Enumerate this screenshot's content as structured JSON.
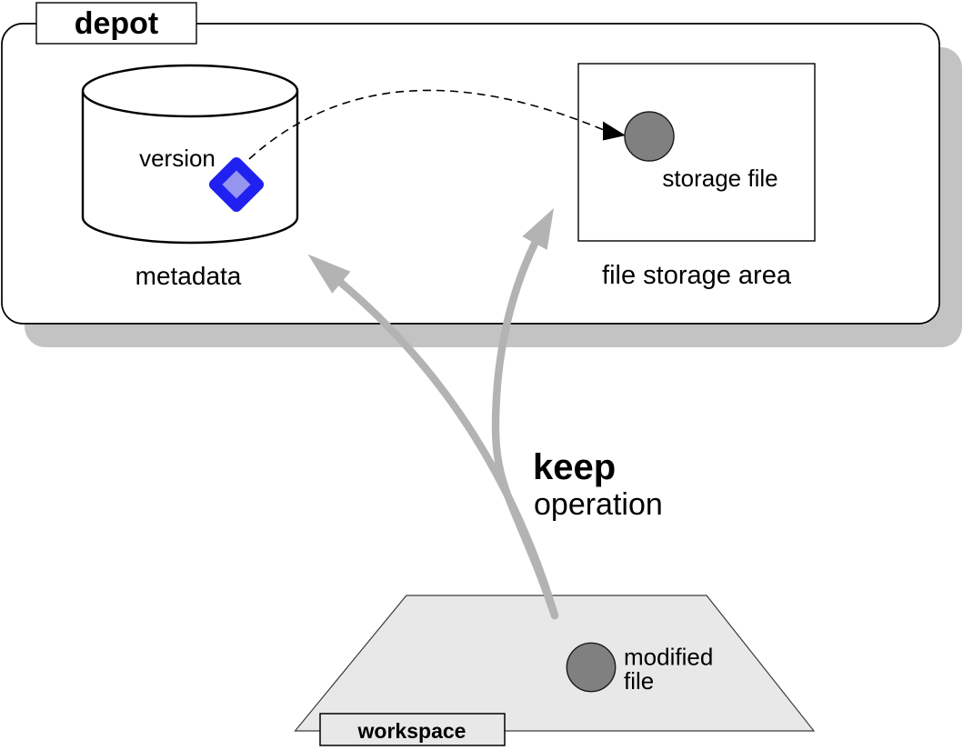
{
  "diagram": {
    "depot": {
      "label": "depot",
      "database": {
        "version_label": "version",
        "caption": "metadata"
      },
      "file_storage": {
        "storage_file_label": "storage file",
        "caption": "file storage area"
      }
    },
    "operation": {
      "name": "keep",
      "word": "operation"
    },
    "workspace": {
      "label": "workspace",
      "modified_file_line1": "modified",
      "modified_file_line2": "file"
    }
  },
  "colors": {
    "background": "#ffffff",
    "shape_fill": "#ffffff",
    "outline": "#000000",
    "shadow_gray": "#c3c3c3",
    "arrow_gray": "#b3b3b3",
    "light_gray_fill": "#e8e8e8",
    "trapezoid_stroke": "#3c3c3c",
    "file_circle_gray": "#808080",
    "diamond_blue": "#2020f0",
    "diamond_inner_blue": "#9595f0"
  }
}
